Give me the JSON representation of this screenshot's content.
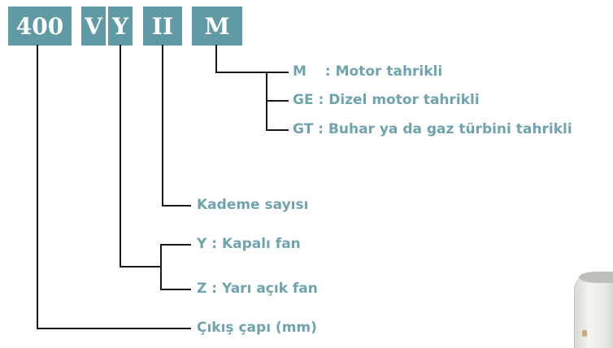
{
  "code_parts": {
    "diameter": "400",
    "v": "V",
    "fan_type": "Y",
    "stages": "II",
    "drive": "M"
  },
  "drive_options": [
    {
      "code": "M",
      "sep": " : ",
      "text": "Motor tahrikli"
    },
    {
      "code": "GE",
      "sep": " : ",
      "text": "Dizel motor tahrikli"
    },
    {
      "code": "GT",
      "sep": " : ",
      "text": "Buhar ya da gaz türbini tahrikli"
    }
  ],
  "stages_label": "Kademe sayısı",
  "fan_options": [
    {
      "text": "Y : Kapalı fan"
    },
    {
      "text": "Z : Yarı açık fan"
    }
  ],
  "diameter_label": "Çıkış çapı (mm)",
  "colors": {
    "box": "#5f9aa5",
    "text": "#6fa3ad",
    "line": "#1a1a1a"
  }
}
